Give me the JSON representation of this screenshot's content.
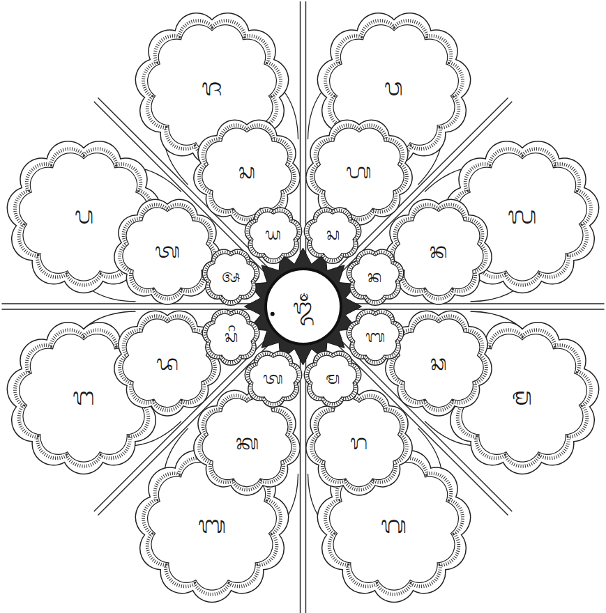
{
  "diagram": {
    "nodes": [
      {
        "text": [
          "ᬯ"
        ]
      },
      {
        "text": [
          "ᬮ"
        ]
      },
      {
        "text": [
          "ᬫ"
        ]
      },
      {
        "text": [
          "ᬕ"
        ]
      },
      {
        "text": [
          "ᬩ"
        ]
      },
      {
        "text": [
          "ᬗ"
        ]
      },
      {
        "text": [
          "ᬧ"
        ]
      },
      {
        "text": [
          "ᬚ"
        ]
      },
      {
        "text": [
          "ᬳ"
        ]
      },
      {
        "text": [
          "ᬦ"
        ]
      },
      {
        "text": [
          "ᬘ"
        ]
      },
      {
        "text": [
          "ᬭ"
        ]
      },
      {
        "text": [
          "ᬓ"
        ]
      },
      {
        "text": [
          "ᬤ"
        ]
      },
      {
        "text": [
          "ᬢ"
        ]
      },
      {
        "text": [
          "ᬲ"
        ]
      },
      {
        "text": [
          "ᬲ"
        ]
      },
      {
        "text": [
          "ᬦ"
        ]
      },
      {
        "text": [
          "ᬩ"
        ]
      },
      {
        "text": [
          "ᬫ"
        ]
      },
      {
        "text": [
          "ᬢ"
        ]
      },
      {
        "text": [
          "ᬲᬶ"
        ]
      },
      {
        "text": [
          "ᬅ"
        ]
      },
      {
        "text": [
          "ᬬ"
        ]
      },
      {
        "text": [
          "ᬑᬁ"
        ]
      }
    ]
  }
}
